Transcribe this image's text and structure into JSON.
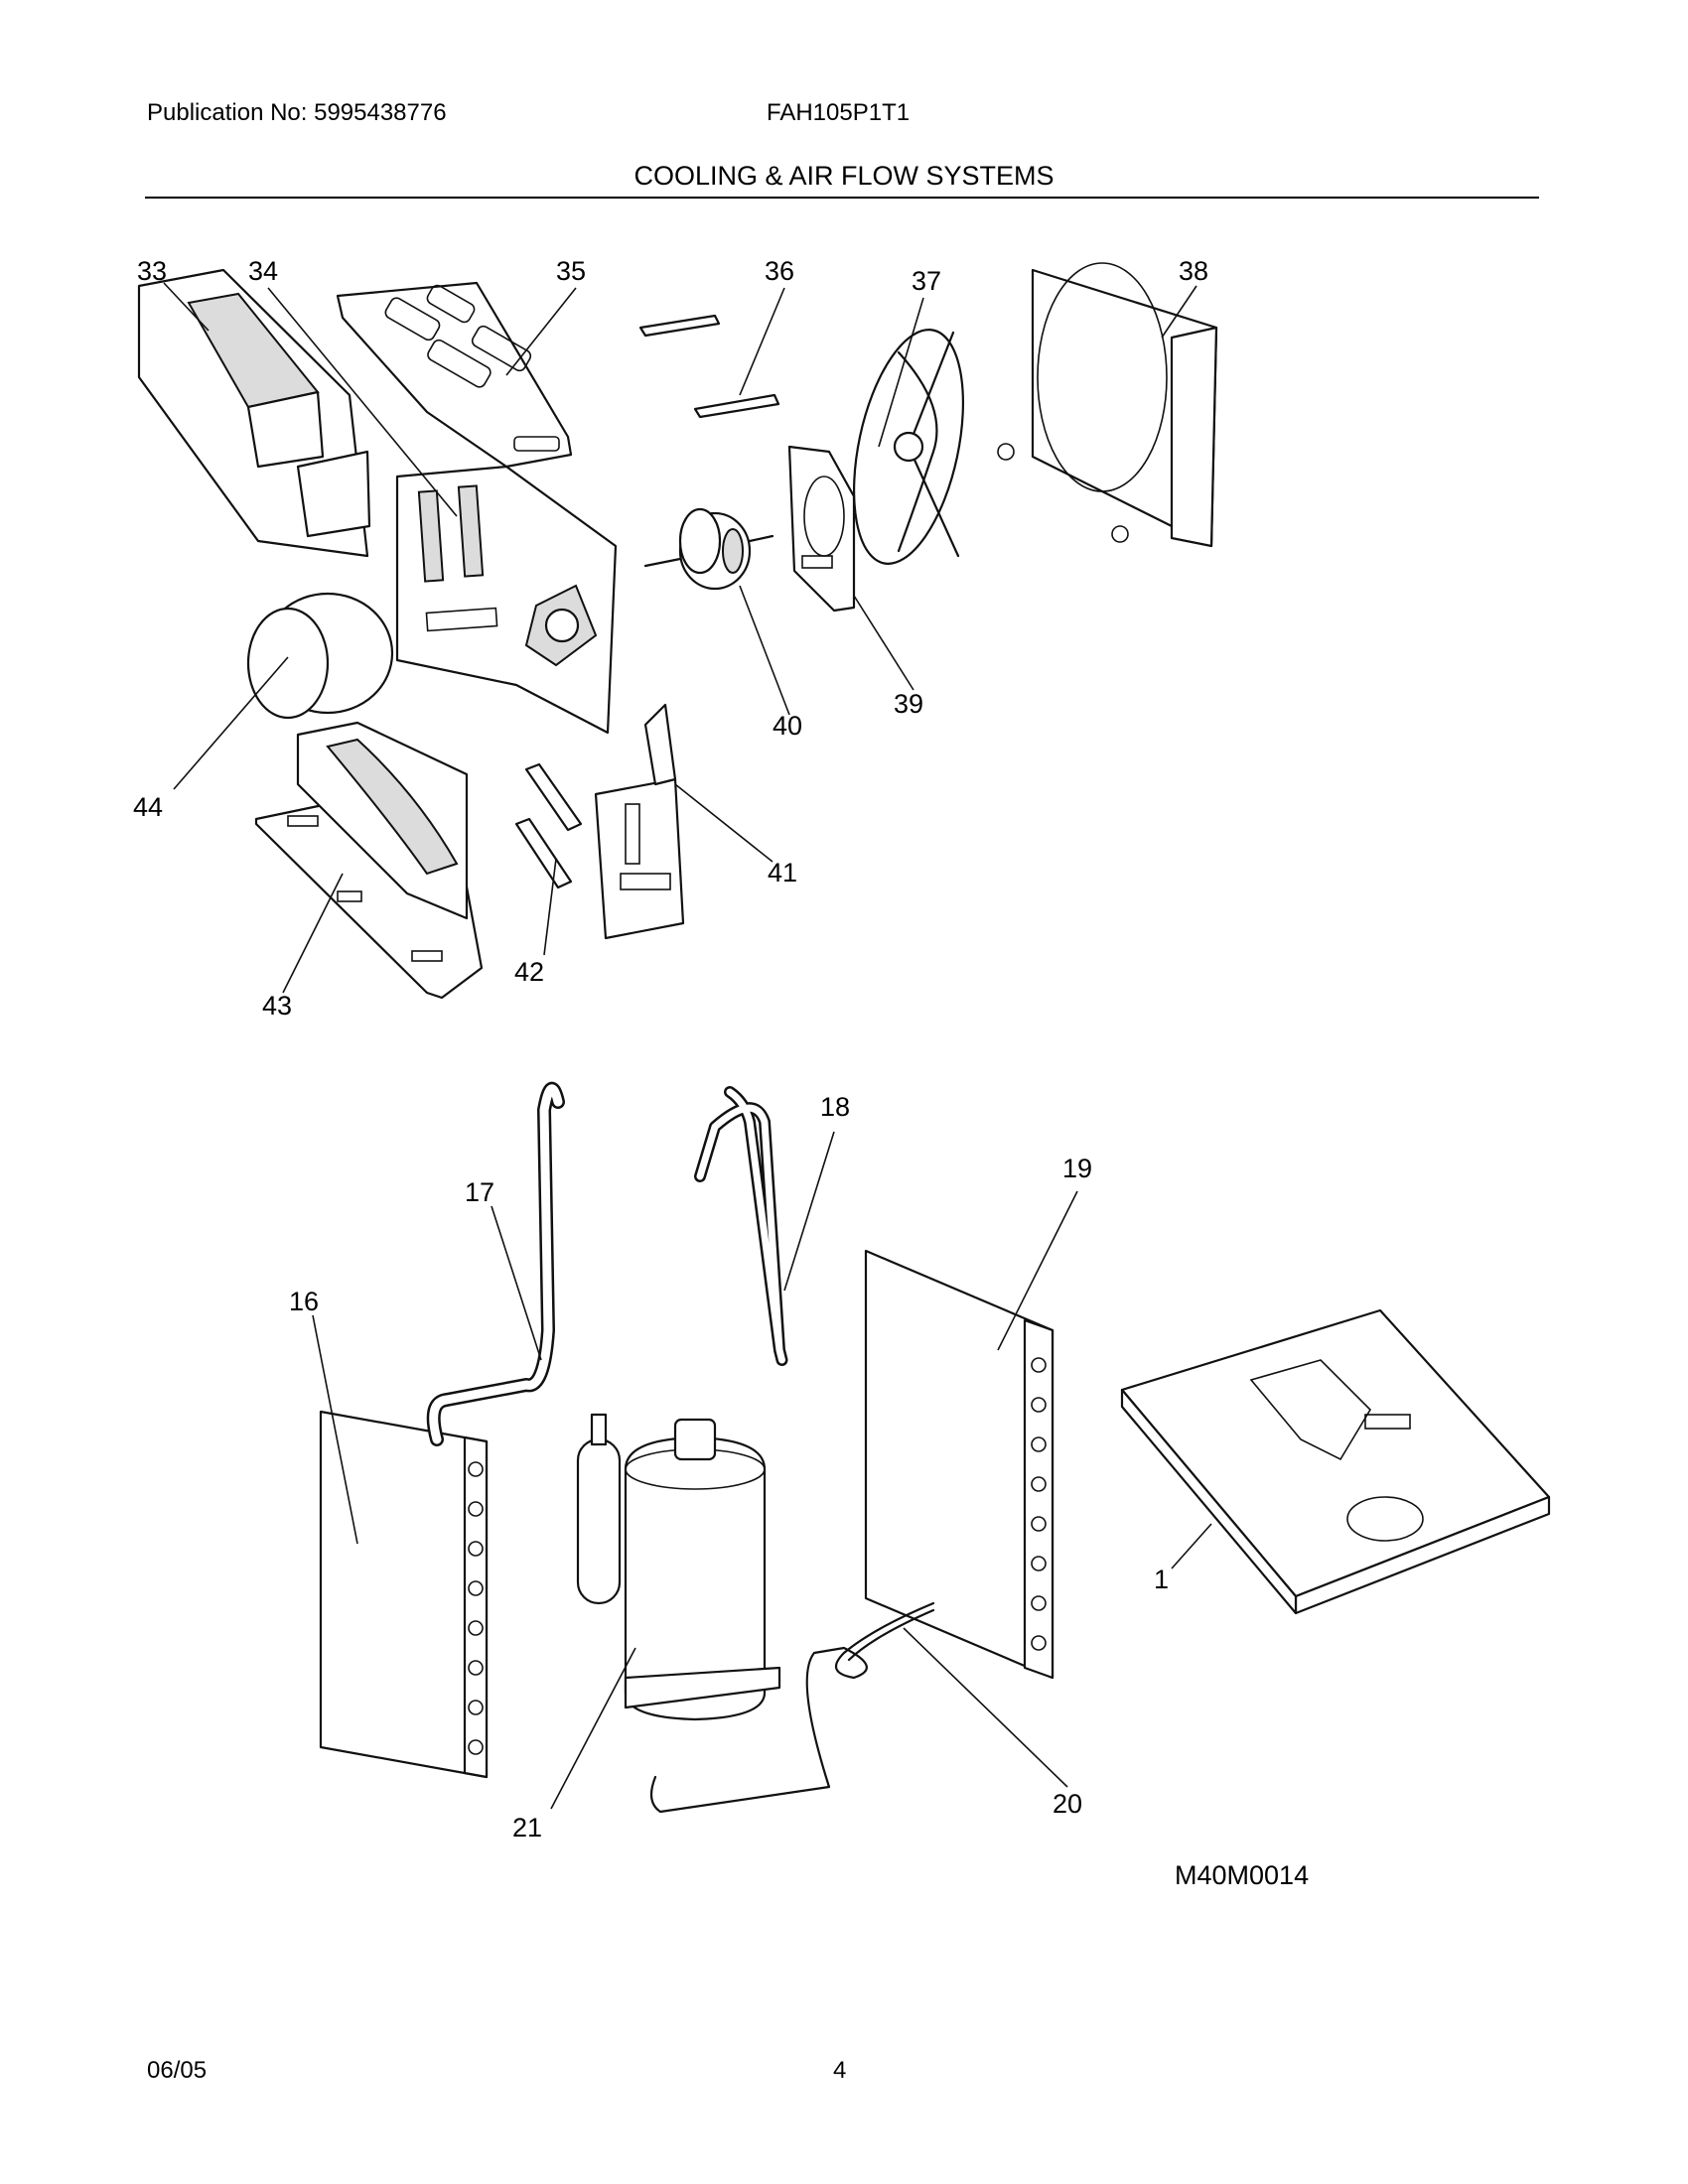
{
  "header": {
    "publication": "Publication No: 5995438776",
    "model": "FAH105P1T1",
    "section_title": "COOLING & AIR FLOW SYSTEMS"
  },
  "callouts": {
    "c33": "33",
    "c34": "34",
    "c35": "35",
    "c36": "36",
    "c37": "37",
    "c38": "38",
    "c39": "39",
    "c40": "40",
    "c41": "41",
    "c42": "42",
    "c43": "43",
    "c44": "44",
    "c16": "16",
    "c17": "17",
    "c18": "18",
    "c19": "19",
    "c20": "20",
    "c21": "21",
    "c1": "1"
  },
  "drawing_code": "M40M0014",
  "footer": {
    "date": "06/05",
    "page": "4"
  }
}
